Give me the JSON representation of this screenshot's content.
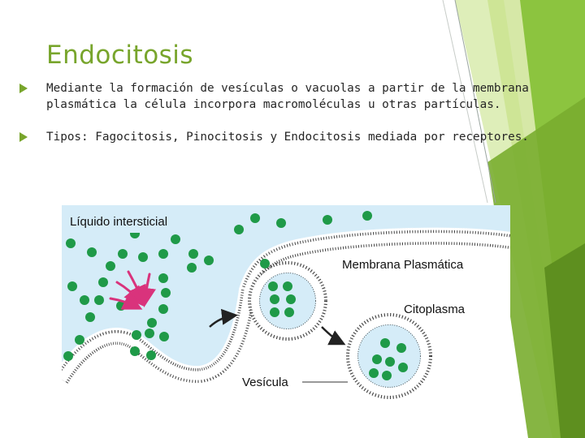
{
  "slide": {
    "title": "Endocitosis",
    "bullets": [
      "Mediante la formación de vesículas o vacuolas a partir de la membrana plasmática la célula incorpora macromoléculas u otras partículas.",
      "Tipos: Fagocitosis, Pinocitosis y Endocitosis mediada por receptores."
    ]
  },
  "diagram": {
    "labels": {
      "liquid": "Líquido intersticial",
      "membrane": "Membrana Plasmática",
      "cytoplasm": "Citoplasma",
      "vesicle": "Vesícula"
    }
  },
  "colors": {
    "accent_green": "#78a52c",
    "light_green": "#b5d65e",
    "particle_green": "#1f9a48",
    "extracellular_blue": "#d5ecf8",
    "arrow_pink": "#d9337c"
  },
  "icons": {
    "bullet": "triangle-bullet-icon",
    "arrows": "pink-burst-arrows-icon"
  }
}
